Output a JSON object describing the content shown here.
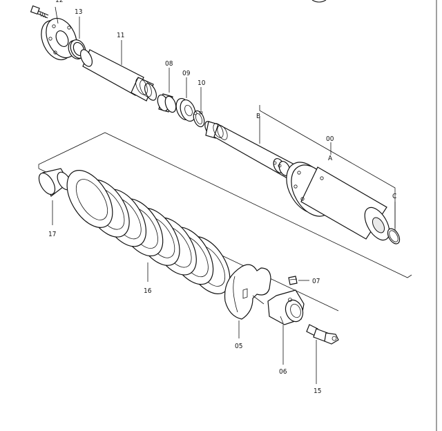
{
  "diagram": {
    "labels": {
      "p12": "12",
      "p13": "13",
      "p11": "11",
      "p08": "08",
      "p09": "09",
      "p10": "10",
      "pB": "B",
      "p00": "00",
      "pA": "A",
      "pC": "C",
      "p17": "17",
      "p16": "16",
      "p07": "07",
      "p05": "05",
      "p06": "06",
      "p15": "15"
    }
  }
}
